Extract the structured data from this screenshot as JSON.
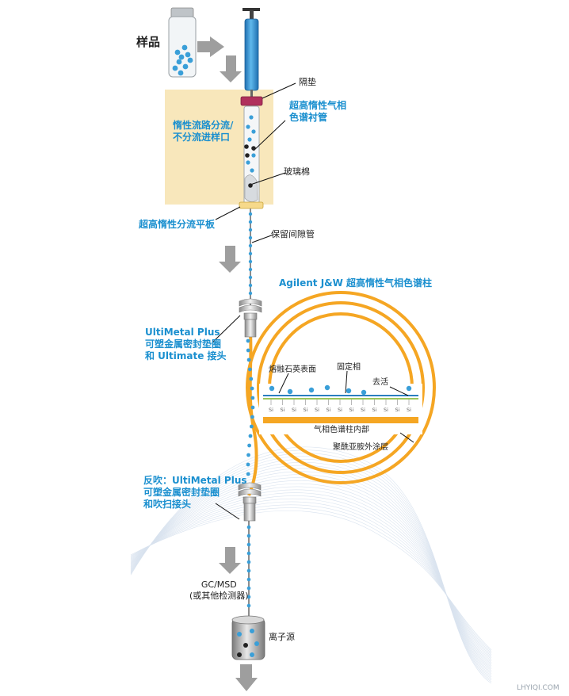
{
  "labels": {
    "sample": "样品",
    "septum": "隔垫",
    "liner_line1": "超高惰性气相",
    "liner_line2": "色谱衬管",
    "inlet_line1": "惰性流路分流/",
    "inlet_line2": "不分流进样口",
    "glass_wool": "玻璃棉",
    "split_plate": "超高惰性分流平板",
    "retention_gap": "保留间隙管",
    "column": "Agilent J&W 超高惰性气相色谱柱",
    "ultimetal_line1": "UltiMetal Plus",
    "ultimetal_line2": "可塑金属密封垫圈",
    "ultimetal_line3": "和 Ultimate 接头",
    "fused_silica": "熔融石英表面",
    "stationary_phase": "固定相",
    "deactivation": "去活",
    "column_interior": "气相色谱柱内部",
    "polyimide": "聚酰亚胺外涂层",
    "backflush_line1": "反吹：UltiMetal Plus",
    "backflush_line2": "可塑金属密封垫圈",
    "backflush_line3": "和吹扫接头",
    "gcmsd_line1": "GC/MSD",
    "gcmsd_line2": "(或其他检测器)",
    "ion_source": "离子源",
    "silanol_symbol": "Si-OH",
    "watermark": "LHYIQI.COM"
  },
  "colors": {
    "label_blue": "#1a8fcf",
    "molecule_blue": "#3a9fd8",
    "column_orange": "#f5a623",
    "inlet_box": "#f8e7bb",
    "arrow_grey": "#9e9e9e",
    "septum_magenta": "#b0305c",
    "syringe_blue": "#2b8fd0"
  }
}
